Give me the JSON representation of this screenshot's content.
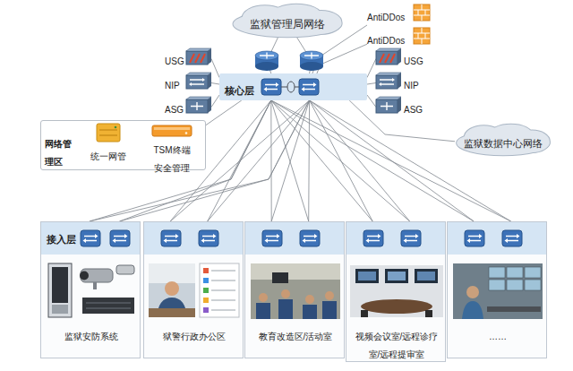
{
  "diagram": {
    "nodes": [
      {
        "text": [
          "监狱管理局网络"
        ]
      },
      {
        "text": [
          "AntiDDos"
        ]
      },
      {
        "text": [
          "AntiDDos"
        ]
      },
      {
        "text": [
          "USG"
        ]
      },
      {
        "text": [
          "NIP"
        ]
      },
      {
        "text": [
          "ASG"
        ]
      },
      {
        "text": [
          "核心层"
        ]
      },
      {
        "text": [
          "USG"
        ]
      },
      {
        "text": [
          "NIP"
        ]
      },
      {
        "text": [
          "ASG"
        ]
      },
      {
        "text": [
          "网络管理区"
        ]
      },
      {
        "text": [
          "统一网管"
        ],
        "in": 10
      },
      {
        "text": [
          "TSM终端安全管理"
        ],
        "in": 10
      },
      {
        "text": [
          "监狱数据中心网络"
        ]
      },
      {
        "text": [
          "接入层"
        ]
      },
      {
        "text": [
          "监狱安防系统"
        ],
        "in": 14
      },
      {
        "text": [
          "狱警行政办公区"
        ],
        "in": 14
      },
      {
        "text": [
          "教育改造区/活动室"
        ],
        "in": 14
      },
      {
        "text": [
          "视频会议室/远程诊疗室/远程提审室"
        ],
        "in": 14
      },
      {
        "text": [
          "……"
        ],
        "in": 14
      }
    ],
    "edges": [
      {
        "from": 0,
        "to": 6,
        "arrow": "none"
      },
      {
        "from": 0,
        "to": 6,
        "arrow": "none"
      },
      {
        "from": 1,
        "to": 6,
        "arrow": "none"
      },
      {
        "from": 2,
        "to": 6,
        "arrow": "none"
      },
      {
        "from": 6,
        "to": 3,
        "arrow": "none"
      },
      {
        "from": 6,
        "to": 4,
        "arrow": "none"
      },
      {
        "from": 6,
        "to": 5,
        "arrow": "none"
      },
      {
        "from": 6,
        "to": 7,
        "arrow": "none"
      },
      {
        "from": 6,
        "to": 8,
        "arrow": "none"
      },
      {
        "from": 6,
        "to": 9,
        "arrow": "none"
      },
      {
        "from": 6,
        "to": 10,
        "arrow": "none"
      },
      {
        "from": 6,
        "to": 13,
        "arrow": "none"
      },
      {
        "from": 6,
        "to": 15,
        "arrow": "none"
      },
      {
        "from": 6,
        "to": 15,
        "arrow": "none"
      },
      {
        "from": 6,
        "to": 15,
        "arrow": "none"
      },
      {
        "from": 6,
        "to": 15,
        "arrow": "none"
      },
      {
        "from": 6,
        "to": 16,
        "arrow": "none"
      },
      {
        "from": 6,
        "to": 16,
        "arrow": "none"
      },
      {
        "from": 6,
        "to": 16,
        "arrow": "none"
      },
      {
        "from": 6,
        "to": 16,
        "arrow": "none"
      },
      {
        "from": 6,
        "to": 17,
        "arrow": "none"
      },
      {
        "from": 6,
        "to": 17,
        "arrow": "none"
      },
      {
        "from": 6,
        "to": 17,
        "arrow": "none"
      },
      {
        "from": 6,
        "to": 17,
        "arrow": "none"
      },
      {
        "from": 6,
        "to": 18,
        "arrow": "none"
      },
      {
        "from": 6,
        "to": 18,
        "arrow": "none"
      },
      {
        "from": 6,
        "to": 18,
        "arrow": "none"
      },
      {
        "from": 6,
        "to": 18,
        "arrow": "none"
      },
      {
        "from": 6,
        "to": 19,
        "arrow": "none"
      },
      {
        "from": 6,
        "to": 19,
        "arrow": "none"
      },
      {
        "from": 6,
        "to": 19,
        "arrow": "none"
      },
      {
        "from": 6,
        "to": 19,
        "arrow": "none"
      }
    ]
  }
}
